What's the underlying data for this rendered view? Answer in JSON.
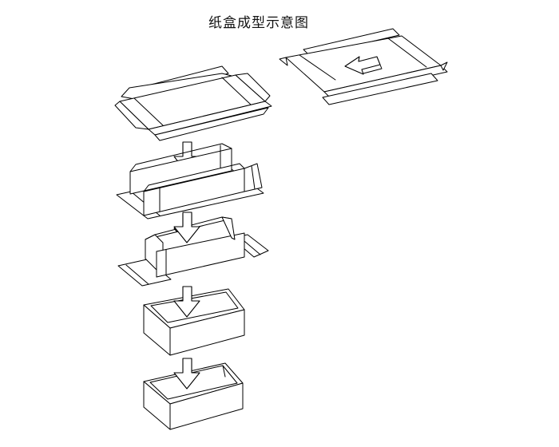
{
  "diagram": {
    "title": "纸盒成型示意图",
    "colors": {
      "line": "#000000",
      "background": "#ffffff"
    },
    "steps": [
      "flat-blank-top-right",
      "flat-blank",
      "side-walls-raised",
      "end-flaps-folding",
      "box-formed",
      "box-finished"
    ]
  }
}
